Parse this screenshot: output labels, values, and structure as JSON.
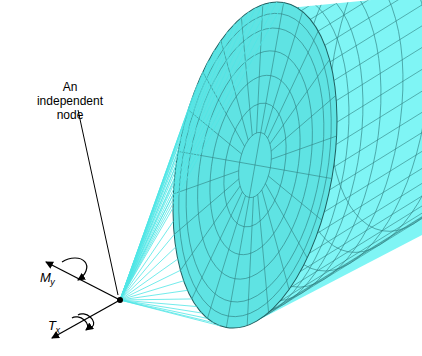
{
  "diagram": {
    "labels": [
      "An independent node",
      "M",
      "y",
      "T",
      "x"
    ]
  }
}
